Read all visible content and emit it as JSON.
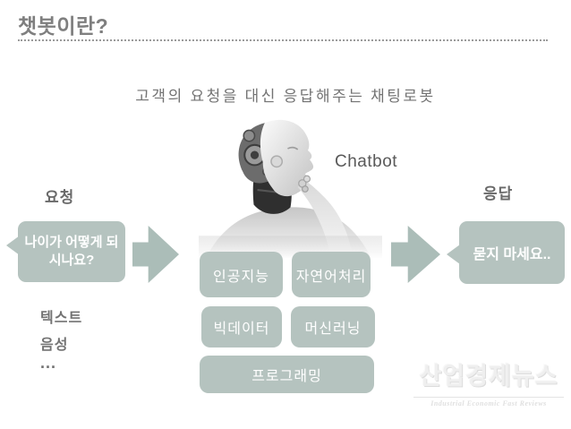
{
  "title": "챗봇이란?",
  "subtitle": "고객의 요청을 대신 응답해주는 채팅로봇",
  "chatbot_label": "Chatbot",
  "request": {
    "label": "요청",
    "bubble_text": "나이가 어떻게 되시나요?",
    "channels": [
      "텍스트",
      "음성",
      "..."
    ]
  },
  "response": {
    "label": "응답",
    "bubble_text": "묻지 마세요.."
  },
  "technologies": [
    "인공지능",
    "자연어처리",
    "빅데이터",
    "머신러닝",
    "프로그래밍"
  ],
  "watermark": {
    "korean": "산업경제뉴스",
    "english": "Industrial Economic Fast Reviews"
  },
  "colors": {
    "box_sage": "#b5c3bf",
    "arrow_sage": "#abbdb8",
    "title_gray": "#7f7f7f"
  }
}
